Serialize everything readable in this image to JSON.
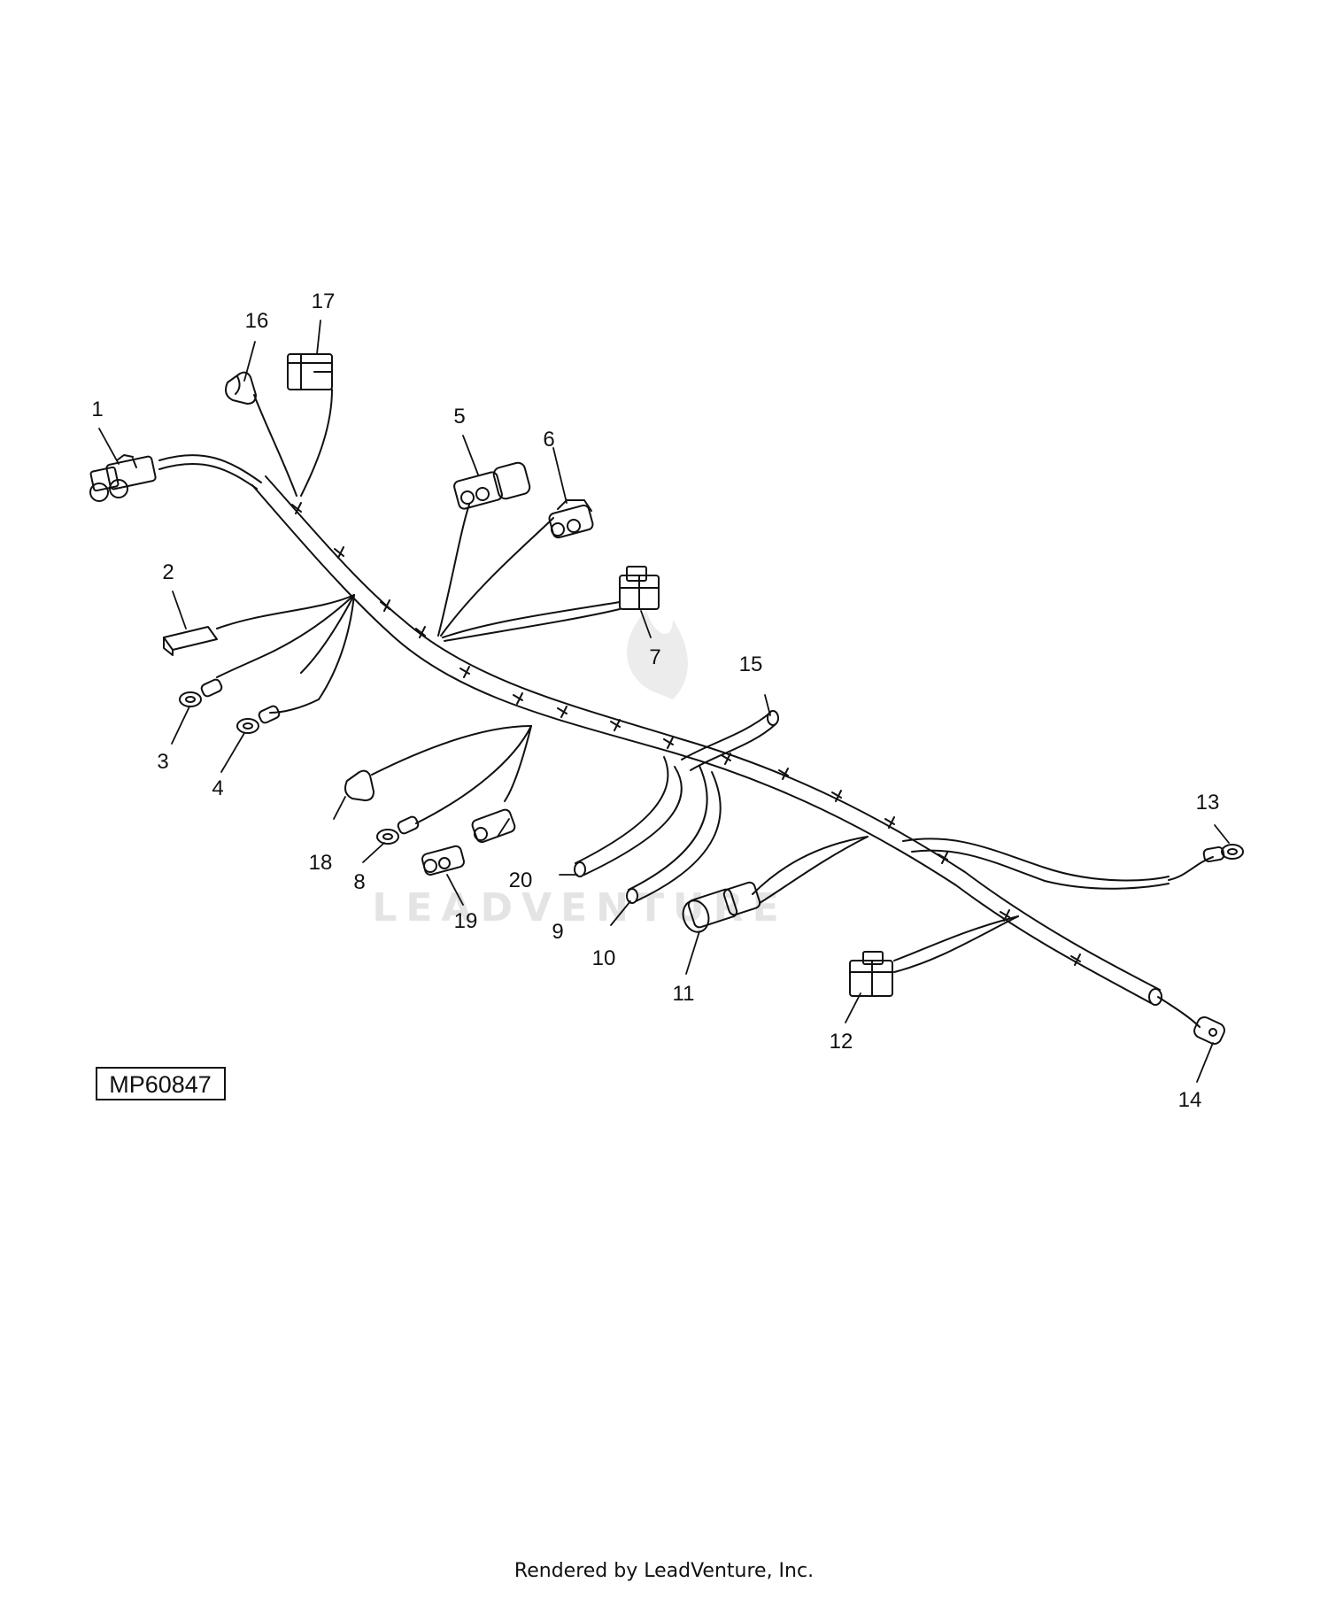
{
  "diagram": {
    "figure_id": "MP60847",
    "watermark_text": "LEADVENTURE",
    "callouts": [
      "1",
      "2",
      "3",
      "4",
      "5",
      "6",
      "7",
      "8",
      "9",
      "10",
      "11",
      "12",
      "13",
      "14",
      "15",
      "16",
      "17",
      "18",
      "19",
      "20"
    ]
  },
  "footer": {
    "text": "Rendered by LeadVenture, Inc."
  },
  "colors": {
    "line": "#111111",
    "watermark": "#e4e4e4",
    "background": "#ffffff"
  }
}
